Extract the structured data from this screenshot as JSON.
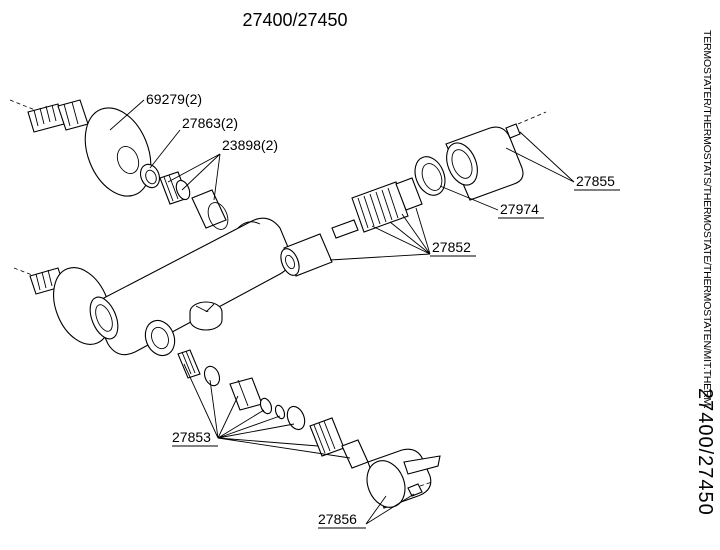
{
  "header": {
    "title": "27400/27450"
  },
  "side": {
    "descriptor": "TERMOSTATER/THERMOSTATS/THERMOSTATE/THERMOSTATEN/MIT.THERM.",
    "model": "27400/27450"
  },
  "labels": {
    "p69279": "69279(2)",
    "p27863": "27863(2)",
    "p23898": "23898(2)",
    "p27855": "27855",
    "p27974": "27974",
    "p27852": "27852",
    "p27853": "27853",
    "p27856": "27856"
  },
  "colors": {
    "line": "#000000",
    "background": "#ffffff"
  }
}
